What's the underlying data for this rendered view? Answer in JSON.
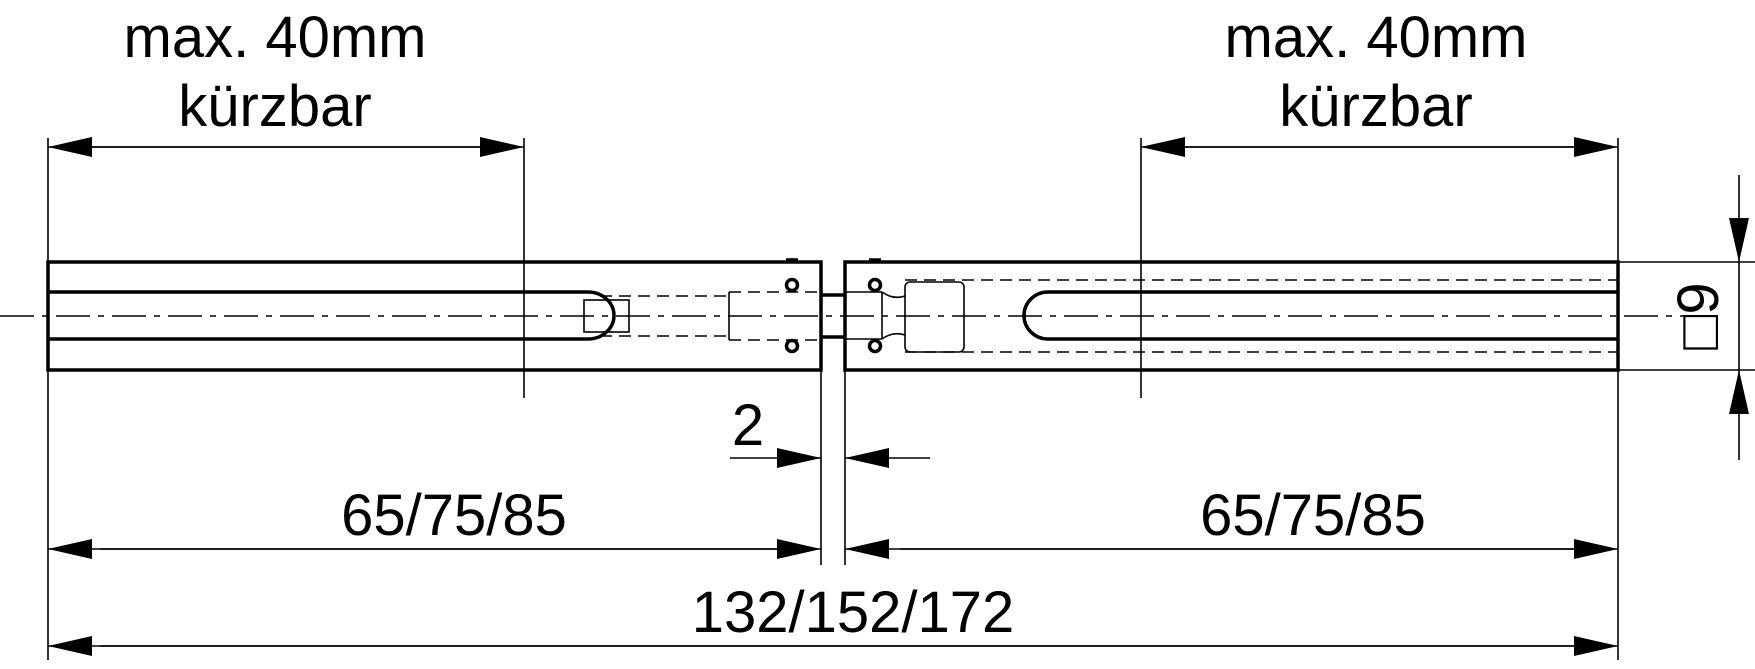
{
  "drawing": {
    "left_shortenable": {
      "line1": "max. 40mm",
      "line2": "kürzbar"
    },
    "right_shortenable": {
      "line1": "max. 40mm",
      "line2": "kürzbar"
    },
    "gap_dimension": "2",
    "left_length": "65/75/85",
    "right_length": "65/75/85",
    "total_length": "132/152/172",
    "square_size": "□9"
  }
}
